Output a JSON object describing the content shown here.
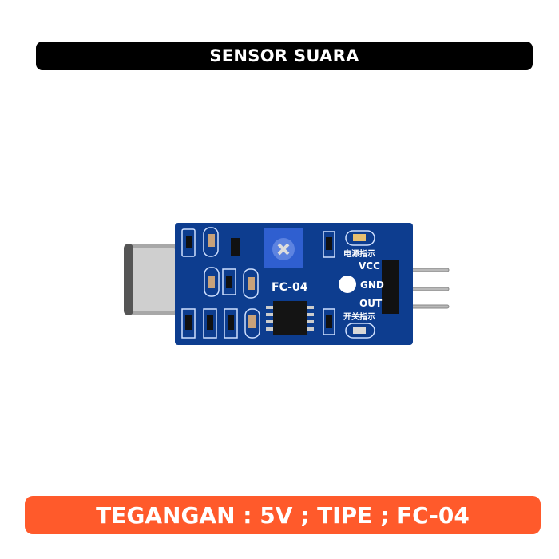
{
  "header": {
    "title": "SENSOR SUARA"
  },
  "footer": {
    "spec": "TEGANGAN : 5V ; TIPE ; FC-04"
  },
  "board": {
    "model": "FC-04",
    "pins": [
      "VCC",
      "GND",
      "OUT"
    ],
    "power_led_label": "电源指示",
    "switch_led_label": "开关指示",
    "colors": {
      "pcb": "#0d3d8f",
      "potentiometer": "#2f5fd0",
      "accent": "#ff5a2b"
    }
  }
}
